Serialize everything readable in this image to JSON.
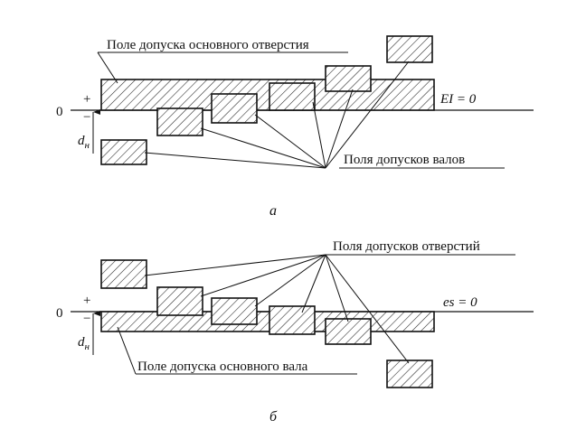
{
  "diagram_a": {
    "label_base_hole": "Поле допуска основного отверстия",
    "label_shafts": "Поля допусков валов",
    "deviation_label": "EI = 0",
    "zero": "0",
    "plus": "+",
    "minus": "−",
    "nominal_d": "d",
    "nominal_sub": "н",
    "caption": "а"
  },
  "diagram_b": {
    "label_holes": "Поля допусков отверстий",
    "label_base_shaft": "Поле допуска основного вала",
    "deviation_label": "es = 0",
    "zero": "0",
    "plus": "+",
    "minus": "−",
    "nominal_d": "d",
    "nominal_sub": "н",
    "caption": "б"
  }
}
